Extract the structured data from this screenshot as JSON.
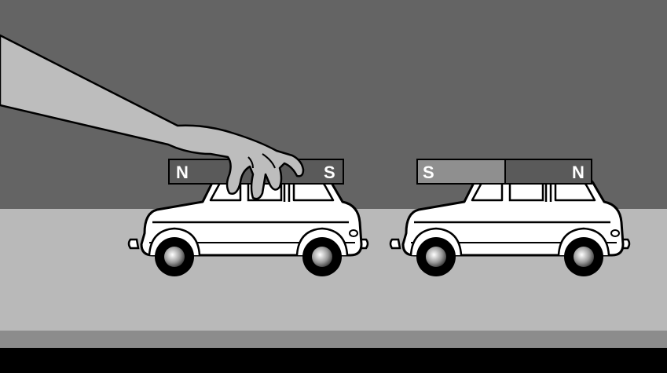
{
  "colors": {
    "wall": "#646464",
    "floor": "#b9b9b9",
    "floor_edge": "#8c8c8c",
    "base": "#000000",
    "car_body": "#ffffff",
    "outline": "#000000",
    "magnet_dark": "#5a5a5a",
    "magnet_light": "#8f8f8f",
    "arm": "#bdbdbd"
  },
  "magnets": {
    "left": {
      "left_pole": "N",
      "right_pole": "S"
    },
    "right": {
      "left_pole": "S",
      "right_pole": "N"
    }
  }
}
